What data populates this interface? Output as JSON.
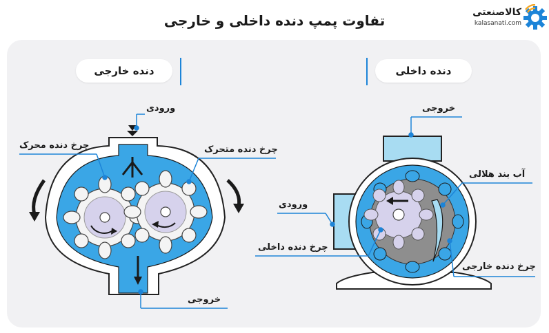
{
  "title": "تفاوت پمپ دنده داخلی و خارجی",
  "logo": {
    "name": "کالاصنعتی",
    "domain": "kalasanati.com"
  },
  "external": {
    "heading": "دنده خارجی",
    "inlet": "ورودی",
    "driving_gear": "چرخ دنده محرک",
    "driven_gear": "چرخ دنده متحرک",
    "outlet": "خروجی"
  },
  "internal": {
    "heading": "دنده داخلی",
    "outlet": "خروجی",
    "crescent": "آب بند هلالی",
    "inlet": "ورودی",
    "inner_gear": "چرخ دنده داخلی",
    "outer_gear": "چرخ دنده خارجی"
  },
  "colors": {
    "accent": "#1c84d8",
    "fluid": "#3aa6e6",
    "light_blue": "#a8dcf2",
    "gear": "#f4f4f4",
    "gear_hub": "#d6d2ec",
    "dark_gear": "#8e8e8e",
    "panel_bg": "#f1f1f3",
    "logo_orange": "#f5a623"
  },
  "icons": [
    "logo-gear-icon",
    "wifi-signal-icon",
    "rotation-arrow-icon",
    "flow-arrow-icon"
  ]
}
